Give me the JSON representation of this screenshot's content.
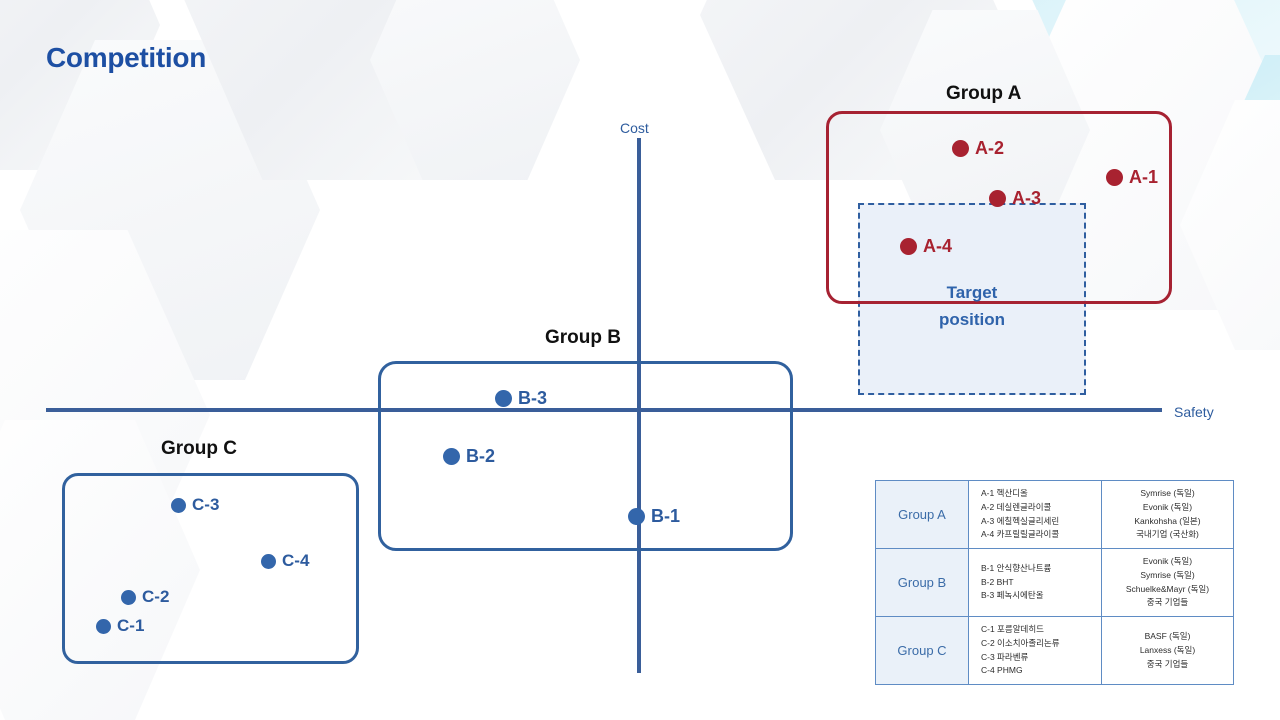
{
  "slide": {
    "title": "Competition"
  },
  "axes": {
    "y_label": "Cost",
    "x_label": "Safety"
  },
  "target": {
    "line1": "Target",
    "line2": "position"
  },
  "groups": [
    {
      "id": "A",
      "title": "Group A",
      "color": "#a82230",
      "points": [
        {
          "label": "A-1"
        },
        {
          "label": "A-2"
        },
        {
          "label": "A-3"
        },
        {
          "label": "A-4"
        }
      ]
    },
    {
      "id": "B",
      "title": "Group B",
      "color": "#31619e",
      "points": [
        {
          "label": "B-1"
        },
        {
          "label": "B-2"
        },
        {
          "label": "B-3"
        }
      ]
    },
    {
      "id": "C",
      "title": "Group C",
      "color": "#31619e",
      "points": [
        {
          "label": "C-1"
        },
        {
          "label": "C-2"
        },
        {
          "label": "C-3"
        },
        {
          "label": "C-4"
        }
      ]
    }
  ],
  "table": {
    "rows": [
      {
        "group": "Group A",
        "items": [
          "A-1 헥산디올",
          "A-2 데실렌글라이콜",
          "A-3 에칠헥실글리세린",
          "A-4 카프릴릴글라이콜"
        ],
        "firms": [
          "Symrise (독일)",
          "Evonik (독일)",
          "Kankohsha (일본)",
          "국내기업 (국산화)"
        ]
      },
      {
        "group": "Group B",
        "items": [
          "B-1 안식향산나트륨",
          "B-2 BHT",
          "B-3 페녹시에탄올"
        ],
        "firms": [
          "Evonik (독일)",
          "Symrise (독일)",
          "Schuelke&Mayr (독일)",
          "중국 기업들"
        ]
      },
      {
        "group": "Group C",
        "items": [
          "C-1 포름알데히드",
          "C-2 이소치아졸리논류",
          "C-3 파라벤류",
          "C-4 PHMG"
        ],
        "firms": [
          "BASF (독일)",
          "Lanxess (독일)",
          "중국 기업들"
        ]
      }
    ]
  }
}
